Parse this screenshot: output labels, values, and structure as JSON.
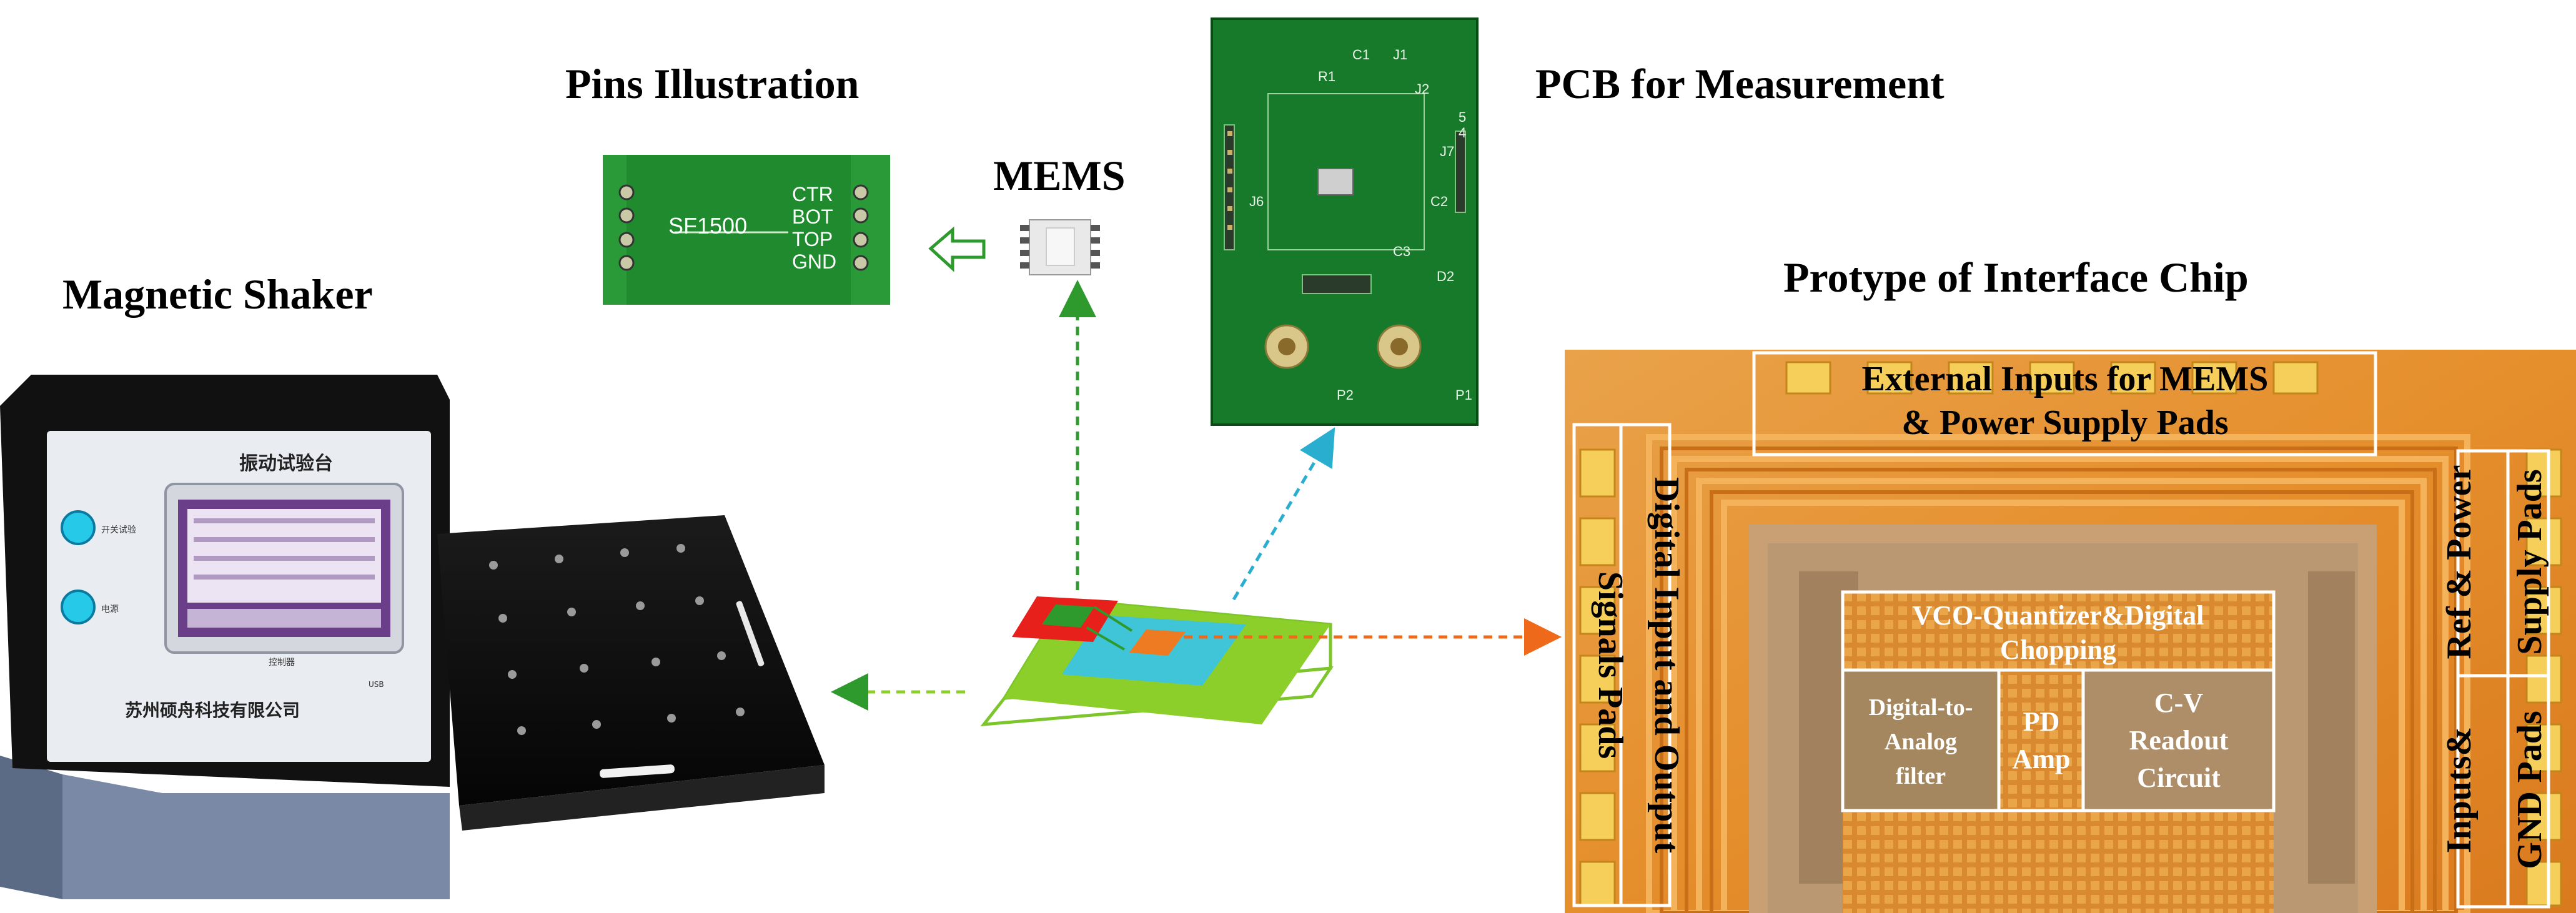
{
  "titles": {
    "pins": "Pins Illustration",
    "mems": "MEMS",
    "pcb": "PCB for Measurement",
    "shaker": "Magnetic Shaker",
    "chip": "Protype of Interface Chip"
  },
  "pins_board": {
    "part": "SF1500",
    "pins": [
      "CTR",
      "BOT",
      "TOP",
      "GND"
    ]
  },
  "pcb_labels": {
    "c1": "C1",
    "j1": "J1",
    "r1": "R1",
    "j2": "J2",
    "j7": "J7",
    "c2": "C2",
    "c3": "C3",
    "j6": "J6",
    "d2": "D2",
    "p1": "P1",
    "p2": "P2",
    "n5": "5",
    "n4": "4"
  },
  "shaker": {
    "panel_title": "振动试验台",
    "brand": "苏州硕舟科技有限公司",
    "button1": "开关试验",
    "button2": "电源",
    "controller": "控制器",
    "usb": "USB"
  },
  "chip": {
    "external_line1": "External  Inputs for MEMS",
    "external_line2": "& Power Supply Pads",
    "digital_io_line1": "Digital Input and Output",
    "digital_io_line2": "Signals Pads",
    "ref_line1": "Ref & Power",
    "ref_line2": "Supply Pads",
    "gnd_line1": "Inputs&",
    "gnd_line2": "GND Pads",
    "vco_line1": "VCO-Quantizer&Digital",
    "vco_line2": "Chopping",
    "dac_line1": "Digital-to-",
    "dac_line2": "Analog",
    "dac_line3": "filter",
    "pd_line1": "PD",
    "pd_line2": "Amp",
    "cv_line1": "C-V",
    "cv_line2": "Readout",
    "cv_line3": "Circuit"
  },
  "colors": {
    "pcb_green": "#1f8a2e",
    "pcb_dark": "#0f6a1e",
    "chip_orange": "#e8912c",
    "chip_gold": "#f2c24a",
    "arrow_green": "#2e9a2e",
    "arrow_cyan": "#2aaed0",
    "arrow_orange": "#ee6a1a",
    "diagram_green": "#8ccf2a",
    "diagram_cyan": "#3fc4d8",
    "diagram_red": "#e8201c",
    "diagram_orange": "#ee7a22"
  }
}
